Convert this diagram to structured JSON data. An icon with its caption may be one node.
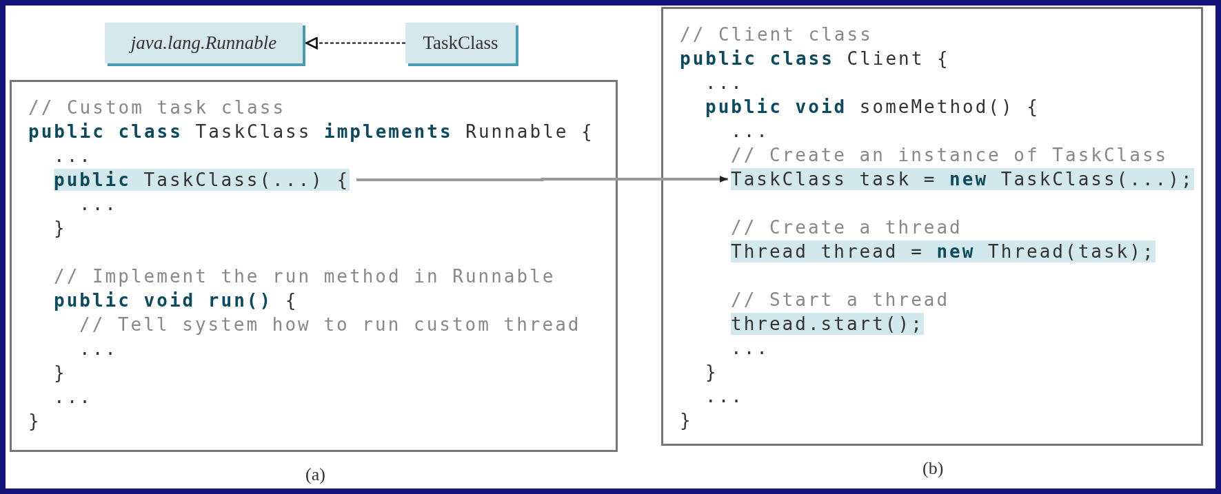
{
  "diagram": {
    "nodes": [
      {
        "text": [
          "java.lang.Runnable"
        ]
      },
      {
        "text": [
          "TaskClass"
        ]
      },
      {
        "text": [
          "// Custom task class",
          "**public class** TaskClass **implements** Runnable {",
          "...",
          "...",
          "}",
          "// Implement the run method in Runnable",
          "**public void run()** {",
          "// Tell system how to run custom thread",
          "...",
          "}",
          "...",
          "}"
        ]
      },
      {
        "text": [
          "**public** TaskClass(...) {"
        ],
        "in": 2
      },
      {
        "text": [
          "// Client class",
          "**public class** Client {",
          "...",
          "**public void** someMethod() {",
          "...",
          "// Create an instance of TaskClass",
          "// Create a thread",
          "// Start a thread",
          "...",
          "}",
          "...",
          "}"
        ]
      },
      {
        "text": [
          "TaskClass task = **new** TaskClass(...);"
        ],
        "in": 4
      },
      {
        "text": [
          "Thread thread = **new** Thread(task);"
        ],
        "in": 4
      },
      {
        "text": [
          "thread.start();"
        ],
        "in": 4
      }
    ],
    "edges": [
      {
        "from": 1,
        "to": 0,
        "arrow": "to",
        "style": "dashed"
      },
      {
        "from": 3,
        "to": 5,
        "arrow": "to",
        "color": "#999999"
      }
    ],
    "labels": [
      "(a)",
      "(b)"
    ]
  }
}
